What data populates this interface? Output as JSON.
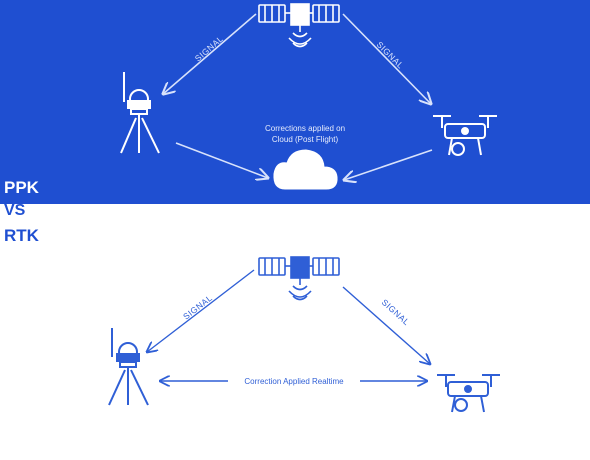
{
  "titles": {
    "ppk": "PPK",
    "vs": "VS",
    "rtk": "RTK"
  },
  "ppk": {
    "signal_left": "SIGNAL",
    "signal_right": "SIGNAL",
    "corrections_line1": "Corrections applied on",
    "corrections_line2": "Cloud (Post Flight)"
  },
  "rtk": {
    "signal_left": "SIGNAL",
    "signal_right": "SIGNAL",
    "correction_label": "Correction Applied Realtime"
  },
  "colors": {
    "primary_blue": "#1f4fd1",
    "white": "#ffffff",
    "light_line": "#c9d6f6",
    "rtk_stroke": "#2f5fd6"
  },
  "icons": [
    "satellite-icon",
    "survey-tripod-icon",
    "drone-icon",
    "cloud-icon"
  ]
}
